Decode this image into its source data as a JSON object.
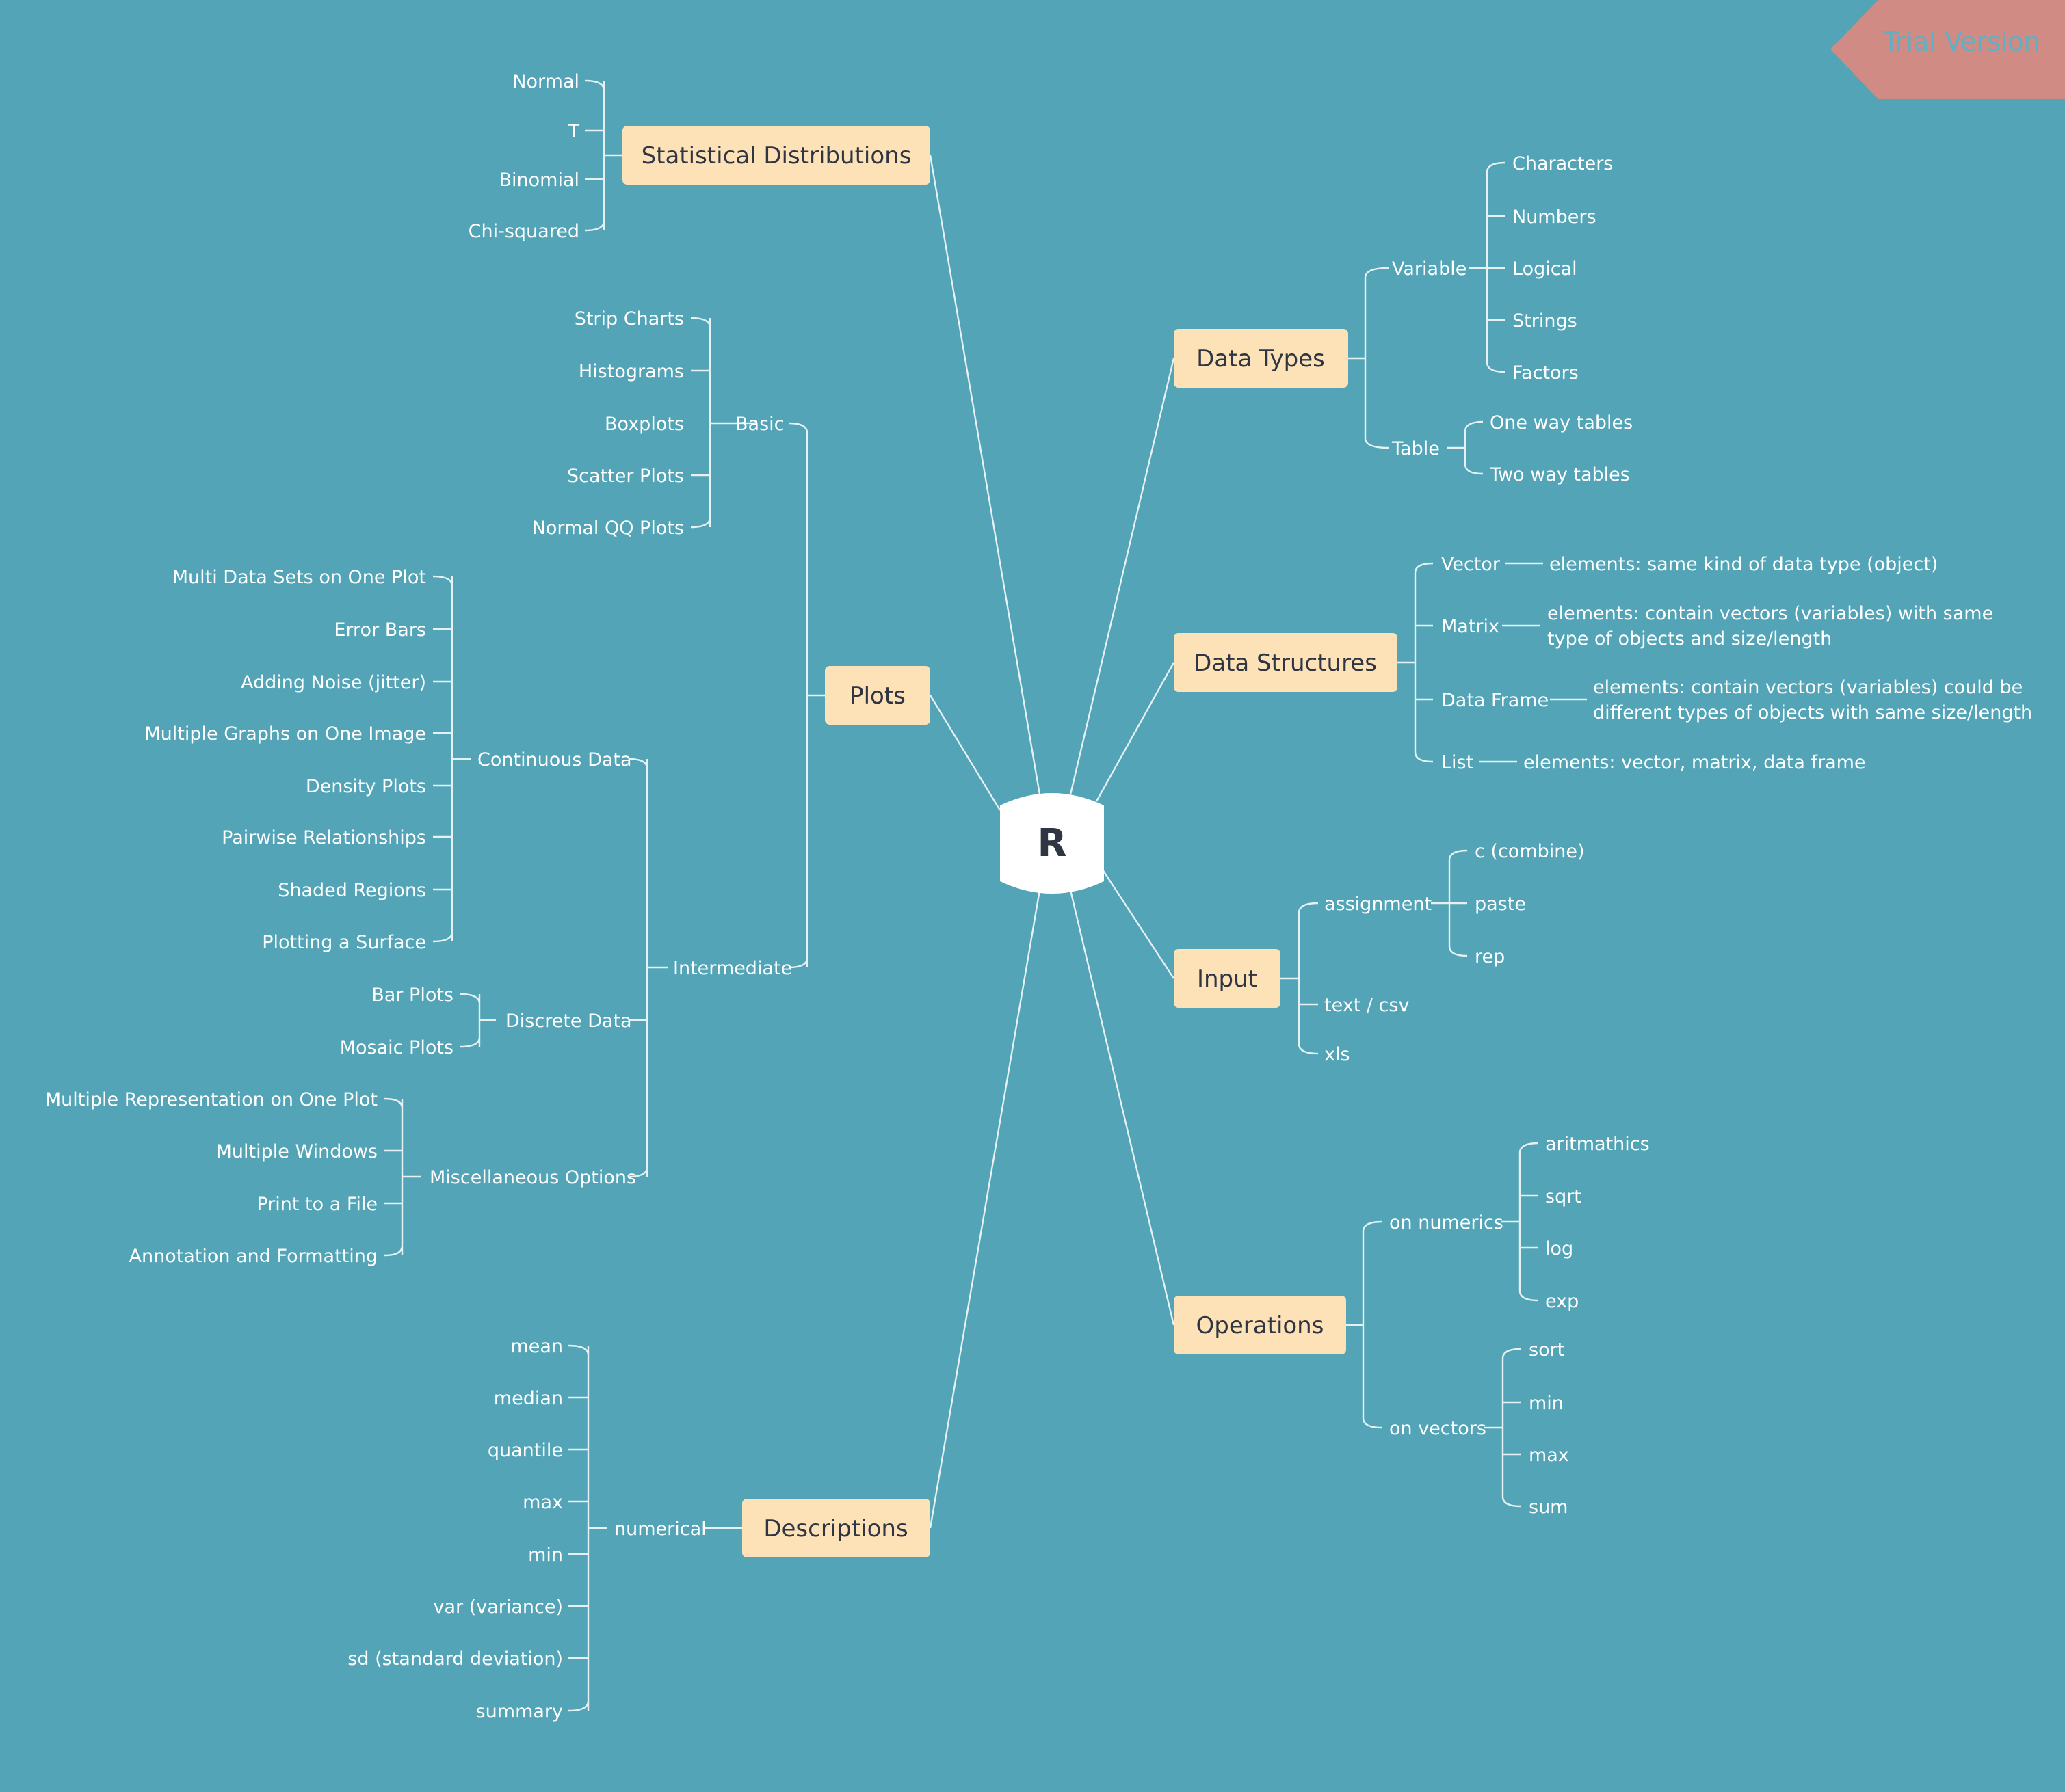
{
  "central": "R",
  "watermark": {
    "title": "Trial Version",
    "subtitle": ""
  },
  "colors": {
    "background": "#52a4b6",
    "node_fill": "#fde2b8",
    "line": "#e6f1f4",
    "watermark": "#d08b84"
  },
  "branches": {
    "statistical_distributions": {
      "label": "Statistical Distributions",
      "children": [
        "Normal",
        "T",
        "Binomial",
        "Chi-squared"
      ]
    },
    "plots": {
      "label": "Plots",
      "basic": {
        "label": "Basic",
        "children": [
          "Strip Charts",
          "Histograms",
          "Boxplots",
          "Scatter Plots",
          "Normal QQ Plots"
        ]
      },
      "intermediate": {
        "label": "Intermediate",
        "continuous": {
          "label": "Continuous Data",
          "children": [
            "Multi Data Sets on One Plot",
            "Error Bars",
            "Adding Noise (jitter)",
            "Multiple Graphs on One Image",
            "Density Plots",
            "Pairwise Relationships",
            "Shaded Regions",
            "Plotting a Surface"
          ]
        },
        "discrete": {
          "label": "Discrete Data",
          "children": [
            "Bar Plots",
            "Mosaic Plots"
          ]
        },
        "misc": {
          "label": "Miscellaneous Options",
          "children": [
            "Multiple Representation on One Plot",
            "Multiple Windows",
            "Print to a File",
            "Annotation and Formatting"
          ]
        }
      }
    },
    "descriptions": {
      "label": "Descriptions",
      "numerical": {
        "label": "numerical",
        "children": [
          "mean",
          "median",
          "quantile",
          "max",
          "min",
          "var (variance)",
          "sd (standard deviation)",
          "summary"
        ]
      }
    },
    "data_types": {
      "label": "Data Types",
      "variable": {
        "label": "Variable",
        "children": [
          "Characters",
          "Numbers",
          "Logical",
          "Strings",
          "Factors"
        ]
      },
      "table": {
        "label": "Table",
        "children": [
          "One way tables",
          "Two way tables"
        ]
      }
    },
    "data_structures": {
      "label": "Data Structures",
      "vector": {
        "label": "Vector",
        "detail": "elements: same kind of data type (object)"
      },
      "matrix": {
        "label": "Matrix",
        "detail1": "elements: contain vectors (variables) with same",
        "detail2": "type of objects and size/length"
      },
      "data_frame": {
        "label": "Data Frame",
        "detail1": "elements: contain vectors (variables) could be",
        "detail2": "different types of objects with same size/length"
      },
      "list": {
        "label": "List",
        "detail": "elements: vector, matrix, data frame"
      }
    },
    "input": {
      "label": "Input",
      "assignment": {
        "label": "assignment",
        "children": [
          "c (combine)",
          "paste",
          "rep"
        ]
      },
      "text_csv": "text / csv",
      "xls": "xls"
    },
    "operations": {
      "label": "Operations",
      "on_numerics": {
        "label": "on numerics",
        "children": [
          "aritmathics",
          "sqrt",
          "log",
          "exp"
        ]
      },
      "on_vectors": {
        "label": "on vectors",
        "children": [
          "sort",
          "min",
          "max",
          "sum"
        ]
      }
    }
  }
}
